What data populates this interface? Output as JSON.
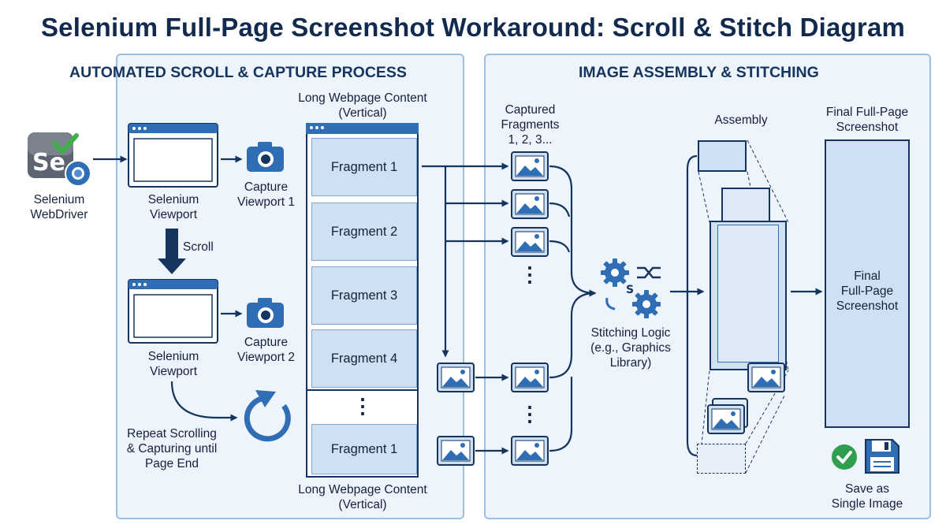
{
  "title": "Selenium Full-Page Screenshot Workaround: Scroll & Stitch Diagram",
  "left_panel": {
    "heading": "AUTOMATED SCROLL & CAPTURE PROCESS",
    "webdriver_label": [
      "Selenium",
      "WebDriver"
    ],
    "viewport1_label": [
      "Selenium",
      "Viewport"
    ],
    "viewport2_label": [
      "Selenium",
      "Viewport"
    ],
    "capture1_label": [
      "Capture",
      "Viewport 1"
    ],
    "capture2_label": [
      "Capture",
      "Viewport 2"
    ],
    "scroll_label": "Scroll",
    "repeat_label": [
      "Repeat Scrolling",
      "& Capturing until",
      "Page End"
    ],
    "long_page_top_label": [
      "Long Webpage Content",
      "(Vertical)"
    ],
    "long_page_bottom_label": [
      "Long Webpage Content",
      "(Vertical)"
    ],
    "fragments": [
      "Fragment 1",
      "Fragment 2",
      "Fragment 3",
      "Fragment 4",
      "Fragment 1"
    ],
    "ellipsis": "⋮"
  },
  "right_panel": {
    "heading": "IMAGE ASSEMBLY & STITCHING",
    "captured_label": [
      "Captured",
      "Fragments",
      "1, 2, 3..."
    ],
    "stitching_label": [
      "Stitching Logic",
      "(e.g., Graphics",
      "Library)"
    ],
    "assembly_label": "Assembly",
    "final_top_label": [
      "Final Full-Page",
      "Screenshot"
    ],
    "final_inner_label": [
      "Final",
      "Full-Page",
      "Screenshot"
    ],
    "save_label": [
      "Save as",
      "Single Image"
    ],
    "ellipsis": "⋮"
  },
  "colors": {
    "navy": "#16355e",
    "blue": "#2f6db5",
    "light_blue": "#cfe0f3",
    "panel_bg": "#eef4fb",
    "panel_border": "#9cc0e3",
    "green": "#2e9e4f"
  }
}
